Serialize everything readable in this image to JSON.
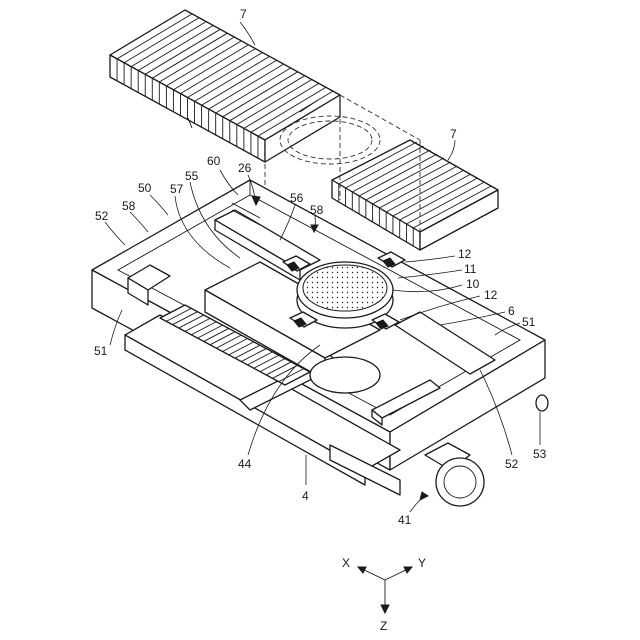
{
  "labels": {
    "l7a": "7",
    "l7b": "7",
    "l60": "60",
    "l26": "26",
    "l50": "50",
    "l55": "55",
    "l57": "57",
    "l52a": "52",
    "l58a": "58",
    "l56": "56",
    "l58b": "58",
    "l12a": "12",
    "l11": "11",
    "l10": "10",
    "l12b": "12",
    "l6": "6",
    "l51a": "51",
    "l51b": "51",
    "l44": "44",
    "l4": "4",
    "l52b": "52",
    "l53": "53",
    "l41": "41"
  },
  "axes": {
    "x": "X",
    "y": "Y",
    "z": "Z"
  }
}
